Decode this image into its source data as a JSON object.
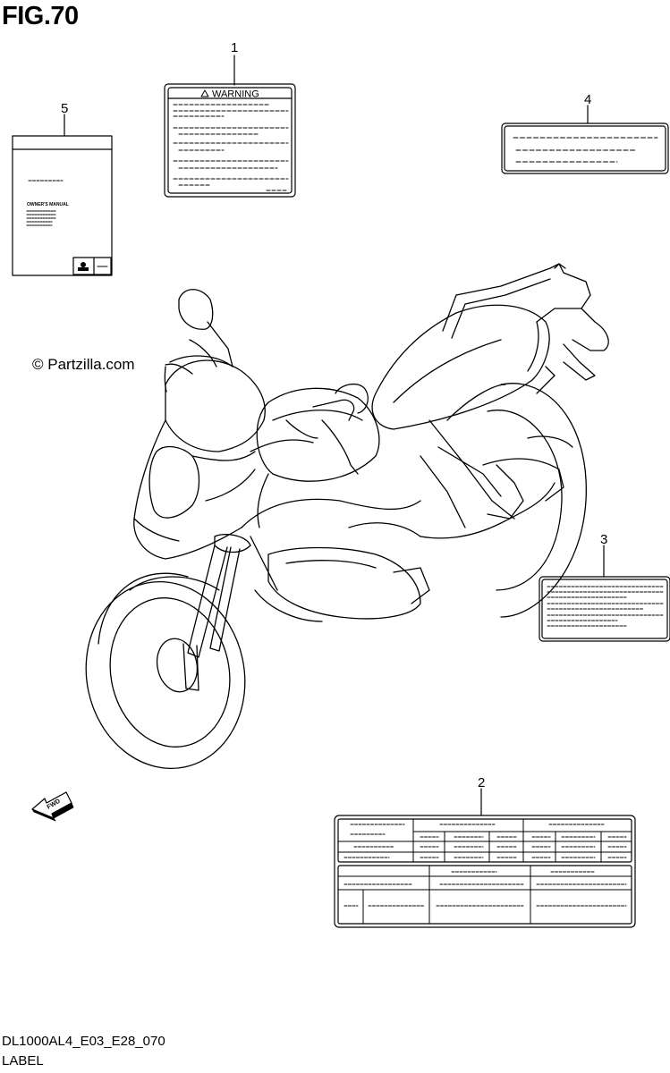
{
  "figure": {
    "title": "FIG.70",
    "watermark": "© Partzilla.com",
    "code": "DL1000AL4_E03_E28_070",
    "section": "LABEL"
  },
  "callouts": [
    "1",
    "2",
    "3",
    "4",
    "5"
  ],
  "labels": {
    "warning_label": {
      "heading": "WARNING"
    },
    "owners_manual": {
      "text": "OWNER'S MANUAL"
    },
    "direction_arrow": {
      "text": "FWD"
    }
  }
}
